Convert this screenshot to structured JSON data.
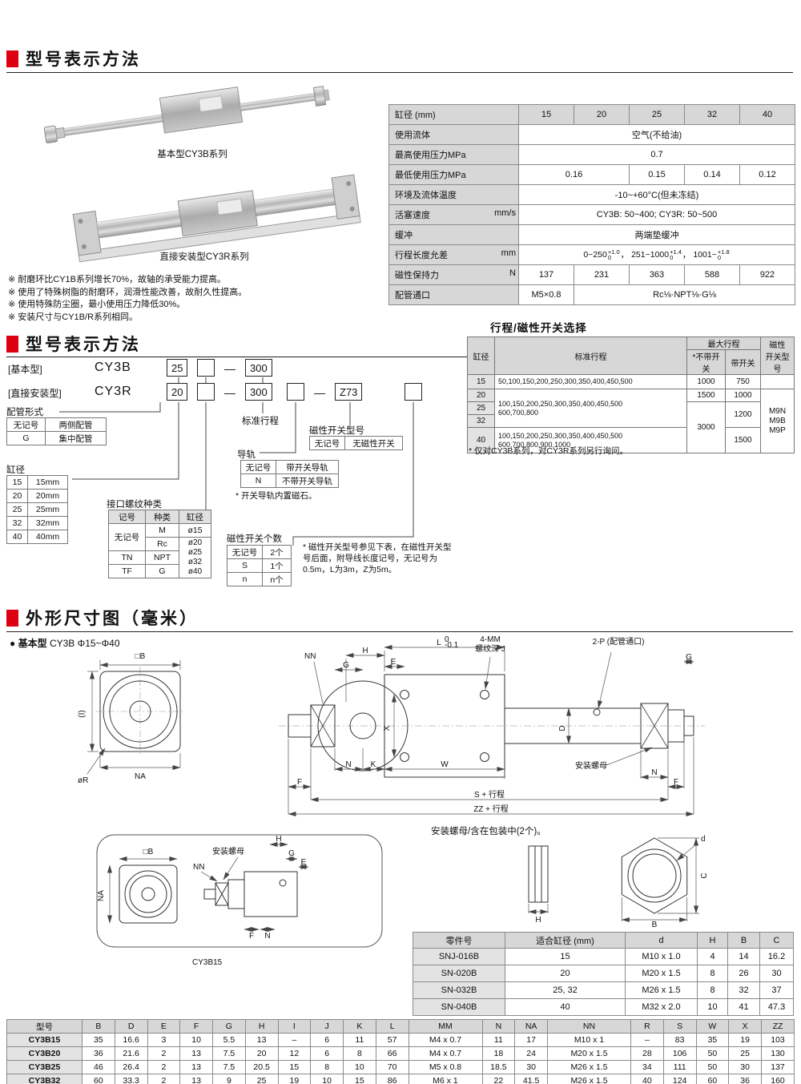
{
  "sections": {
    "s1_title": "型号表示方法",
    "s2_title": "型号表示方法",
    "s3_title": "外形尺寸图（毫米）"
  },
  "products": {
    "basic_caption": "基本型CY3B系列",
    "direct_caption": "直接安装型CY3R系列",
    "notes": [
      "※ 耐磨环比CY1B系列增长70%，故轴的承受能力提高。",
      "※ 使用了特殊树脂的耐磨环，润滑性能改善，故耐久性提高。",
      "※ 使用特殊防尘圈，最小使用压力降低30%。",
      "※ 安装尺寸与CY1B/R系列相同。"
    ]
  },
  "spec": {
    "bore_label": "缸径  (mm)",
    "bores": [
      "15",
      "20",
      "25",
      "32",
      "40"
    ],
    "fluid_label": "使用流体",
    "fluid_value": "空气(不给油)",
    "max_pressure_label": "最高使用压力MPa",
    "max_pressure_value": "0.7",
    "min_pressure_label": "最低使用压力MPa",
    "min_pressure": {
      "b15_20": "0.16",
      "b25": "0.15",
      "b32": "0.14",
      "b40": "0.12"
    },
    "temp_label": "环境及流体温度",
    "temp_value": "-10~+60°C(但未冻结)",
    "speed_label": "活塞速度",
    "speed_unit": "mm/s",
    "speed_value": "CY3B: 50~400; CY3R: 50~500",
    "cushion_label": "缓冲",
    "cushion_value": "两端垫缓冲",
    "stroke_tol_label": "行程长度允差",
    "stroke_tol_unit": "mm",
    "stroke_tol": [
      {
        "base": "0~250",
        "sup": "+1.0",
        "sub": "0"
      },
      {
        "base": "251~1000",
        "sup": "+1.4",
        "sub": "0"
      },
      {
        "base": "1001~",
        "sup": "+1.8",
        "sub": "0"
      }
    ],
    "tol_sep": "，",
    "holding_label": "磁性保持力",
    "holding_unit": "N",
    "holding": [
      "137",
      "231",
      "363",
      "588",
      "922"
    ],
    "port_label": "配管通口",
    "port_15": "M5×0.8",
    "port_rest": "Rc⅛·NPT⅛·G⅛"
  },
  "model_code": {
    "basic_tag": "[基本型]",
    "basic_model": "CY3B",
    "basic_bore": "25",
    "basic_stroke": "300",
    "direct_tag": "[直接安装型]",
    "direct_model": "CY3R",
    "direct_bore": "20",
    "direct_stroke": "300",
    "direct_switch": "Z73",
    "dash": "—",
    "piping_title": "配管形式",
    "piping_rows": [
      [
        "无记号",
        "两侧配管"
      ],
      [
        "G",
        "集中配管"
      ]
    ],
    "bore_title": "缸径",
    "bore_rows": [
      [
        "15",
        "15mm"
      ],
      [
        "20",
        "20mm"
      ],
      [
        "25",
        "25mm"
      ],
      [
        "32",
        "32mm"
      ],
      [
        "40",
        "40mm"
      ]
    ],
    "thread_title": "接口螺纹种类",
    "thread_h_sign": "记号",
    "thread_h_type": "种类",
    "thread_h_bore": "缸径",
    "thread_none": "无记号",
    "thread_types": [
      "M",
      "Rc",
      "NPT",
      "G"
    ],
    "thread_sign_tn": "TN",
    "thread_sign_tf": "TF",
    "thread_bore_m": "ø15",
    "thread_bore_rest": [
      "ø20",
      "ø25",
      "ø32",
      "ø40"
    ],
    "stroke_label": "标准行程",
    "rail_title": "导轨",
    "rail_rows": [
      [
        "无记号",
        "带开关导轨"
      ],
      [
        "N",
        "不带开关导轨"
      ]
    ],
    "rail_note": "* 开关导轨内置磁石。",
    "switch_title": "磁性开关型号",
    "switch_rows": [
      [
        "无记号",
        "无磁性开关"
      ]
    ],
    "qty_title": "磁性开关个数",
    "qty_rows": [
      [
        "无记号",
        "2个"
      ],
      [
        "S",
        "1个"
      ],
      [
        "n",
        "n个"
      ]
    ],
    "qty_note": "* 磁性开关型号参见下表，在磁性开关型号后面，附导线长度记号，无记号为0.5m，L为3m，Z为5m。"
  },
  "stroke_table": {
    "title": "行程/磁性开关选择",
    "h_bore": "缸径",
    "h_std": "标准行程",
    "h_max": "最大行程",
    "h_no_switch": "*不带开关",
    "h_with_switch": "带开关",
    "h_switch_line1": "磁性",
    "h_switch_line2": "开关型号",
    "r15": {
      "bore": "15",
      "std": "50,100,150,200,250,300,350,400,450,500",
      "max_no": "1000",
      "max_with": "750"
    },
    "r20": {
      "bore": "20",
      "std1": "100,150,200,250,300,350,400,450,500",
      "std2": "600,700,800",
      "max_no": "1500",
      "max_with": "1000"
    },
    "r25": {
      "bore": "25",
      "max_no": "3000",
      "max_with": "1200"
    },
    "r32": {
      "bore": "32"
    },
    "r40": {
      "bore": "40",
      "std1": "100,150,200,250,300,350,400,450,500",
      "std2": "600,700,800,900,1000",
      "max_with": "1500"
    },
    "switch_models": [
      "M9N",
      "M9B",
      "M9P"
    ],
    "footnote": "* 仅对CY3B系列，对CY3R系列另行询问。"
  },
  "dims": {
    "bullet": "●",
    "subtitle_type": "基本型",
    "subtitle_range": "CY3B Φ15~Φ40",
    "nut_note": "安装螺母/含在包装中(2个)。",
    "inset_caption": "CY3B15"
  },
  "drawing": {
    "sq_b": "□B",
    "paren_i": "(I)",
    "o_r": "øR",
    "na": "NA",
    "nn": "NN",
    "g": "G",
    "h": "H",
    "l": "L",
    "l_sup": "0",
    "l_sub": "-0.1",
    "four_mm": "4-MM",
    "thread_depth": "螺纹深 J",
    "two_p": "2-P (配管通口)",
    "e": "E",
    "x": "X",
    "d_dim": "D",
    "n": "N",
    "k": "K",
    "w": "W",
    "mount_nut": "安装螺母",
    "f": "F",
    "s_stroke": "S + 行程",
    "zz_stroke": "ZZ + 行程",
    "nut_d": "d",
    "nut_c": "C",
    "nut_b": "B",
    "nut_h": "H"
  },
  "nut_table": {
    "headers": [
      "零件号",
      "适合缸径 (mm)",
      "d",
      "H",
      "B",
      "C"
    ],
    "rows": [
      [
        "SNJ-016B",
        "15",
        "M10 x 1.0",
        "4",
        "14",
        "16.2"
      ],
      [
        "SN-020B",
        "20",
        "M20 x 1.5",
        "8",
        "26",
        "30"
      ],
      [
        "SN-032B",
        "25, 32",
        "M26 x 1.5",
        "8",
        "32",
        "37"
      ],
      [
        "SN-040B",
        "40",
        "M32 x 2.0",
        "10",
        "41",
        "47.3"
      ]
    ]
  },
  "dims_table": {
    "headers": [
      "型号",
      "B",
      "D",
      "E",
      "F",
      "G",
      "H",
      "I",
      "J",
      "K",
      "L",
      "MM",
      "N",
      "NA",
      "NN",
      "R",
      "S",
      "W",
      "X",
      "ZZ"
    ],
    "rows": [
      [
        "CY3B15",
        "35",
        "16.6",
        "3",
        "10",
        "5.5",
        "13",
        "–",
        "6",
        "11",
        "57",
        "M4 x 0.7",
        "11",
        "17",
        "M10 x 1",
        "–",
        "83",
        "35",
        "19",
        "103"
      ],
      [
        "CY3B20",
        "36",
        "21.6",
        "2",
        "13",
        "7.5",
        "20",
        "12",
        "6",
        "8",
        "66",
        "M4 x 0.7",
        "18",
        "24",
        "M20 x 1.5",
        "28",
        "106",
        "50",
        "25",
        "130"
      ],
      [
        "CY3B25",
        "46",
        "26.4",
        "2",
        "13",
        "7.5",
        "20.5",
        "15",
        "8",
        "10",
        "70",
        "M5 x 0.8",
        "18.5",
        "30",
        "M26 x 1.5",
        "34",
        "111",
        "50",
        "30",
        "137"
      ],
      [
        "CY3B32",
        "60",
        "33.3",
        "2",
        "13",
        "9",
        "25",
        "19",
        "10",
        "15",
        "86",
        "M6 x 1",
        "22",
        "41.5",
        "M26 x 1.5",
        "40",
        "124",
        "60",
        "36",
        "160"
      ]
    ]
  }
}
